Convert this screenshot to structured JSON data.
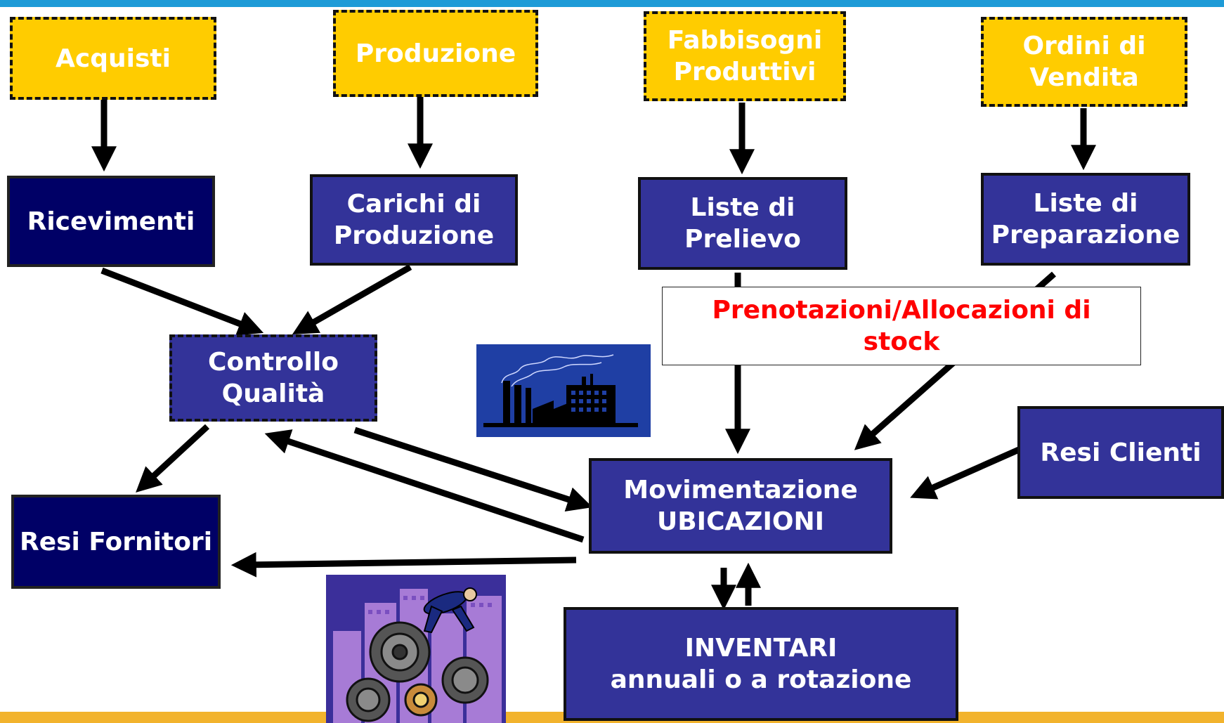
{
  "colors": {
    "top_bar": "#1e9bd7",
    "bottom_bar": "#f2b32d",
    "source_box": "#ffcc00",
    "document_box": "#000066",
    "process_box": "#333399",
    "highlight_text": "#ff0000"
  },
  "sources": {
    "acquisti": "Acquisti",
    "produzione": "Produzione",
    "fabbisogni": "Fabbisogni\nProduttivi",
    "ordini": "Ordini di\nVendita"
  },
  "documents": {
    "ricevimenti": "Ricevimenti",
    "carichi": "Carichi di\nProduzione",
    "liste_prelievo": "Liste di\nPrelievo",
    "liste_preparazione": "Liste di\nPreparazione"
  },
  "note": "Prenotazioni/Allocazioni di\nstock",
  "controllo": "Controllo\nQualità",
  "resi_fornitori": "Resi Fornitori",
  "resi_clienti": "Resi Clienti",
  "movimentazione": "Movimentazione\nUBICAZIONI",
  "inventari": "INVENTARI\nannuali o a rotazione",
  "images": {
    "factory": "factory-icon",
    "gears": "gears-worker-icon"
  }
}
